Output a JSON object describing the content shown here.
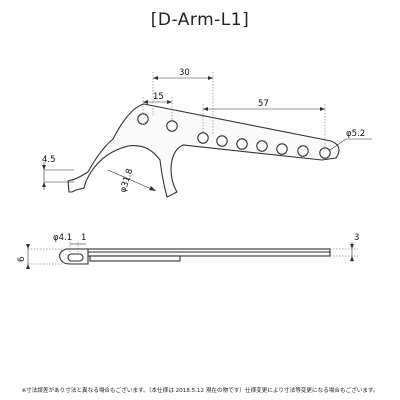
{
  "title": "[D-Arm-L1]",
  "dimensions": {
    "d30": "30",
    "d15": "15",
    "d57": "57",
    "d_phi52": "φ5.2",
    "d45": "4.5",
    "d_phi318": "φ31.8",
    "d_phi41": "φ4.1",
    "d1": "1",
    "d3": "3",
    "d6": "6"
  },
  "note": "※寸法誤差があり寸法と異なる場合もございます。（本仕様は 2018.5.12 現在の物です）仕様変更により寸法等変更になる場合もございます。"
}
